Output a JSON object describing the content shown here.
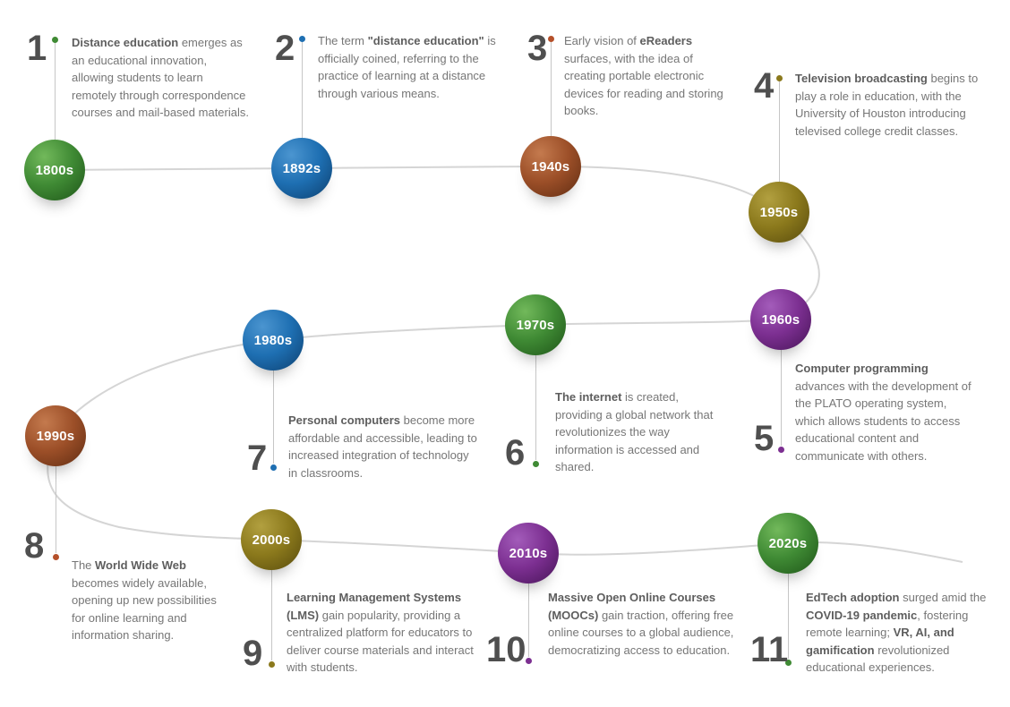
{
  "palette": {
    "green": "#3f8a34",
    "blue": "#1e6fb2",
    "rust": "#9c4f28",
    "olive": "#8b791c",
    "purple": "#7c2f91",
    "curve": "#d5d5d5",
    "number_gray": "#4f4f4f"
  },
  "milestones": [
    {
      "number": "1",
      "year": "1800s",
      "color": "green",
      "segments": [
        {
          "t": "Distance education",
          "b": true
        },
        {
          "t": " emerges as an educational innovation, allowing students to learn remotely through correspondence courses and mail-based materials.",
          "b": false
        }
      ]
    },
    {
      "number": "2",
      "year": "1892s",
      "color": "blue",
      "segments": [
        {
          "t": "The term ",
          "b": false
        },
        {
          "t": "\"distance education\"",
          "b": true
        },
        {
          "t": " is officially coined, referring to the practice of learning at a distance through various means.",
          "b": false
        }
      ]
    },
    {
      "number": "3",
      "year": "1940s",
      "color": "rust",
      "segments": [
        {
          "t": "Early vision of ",
          "b": false
        },
        {
          "t": "eReaders",
          "b": true
        },
        {
          "t": " surfaces, with the idea of creating portable electronic devices for reading and storing books.",
          "b": false
        }
      ]
    },
    {
      "number": "4",
      "year": "1950s",
      "color": "olive",
      "segments": [
        {
          "t": "Television broadcasting",
          "b": true
        },
        {
          "t": " begins to play a role in education, with the University of Houston introducing televised college credit classes.",
          "b": false
        }
      ]
    },
    {
      "number": "5",
      "year": "1960s",
      "color": "purple",
      "segments": [
        {
          "t": "Computer programming",
          "b": true
        },
        {
          "t": " advances with the development of the PLATO operating system, which allows students to access educational content and communicate with others.",
          "b": false
        }
      ]
    },
    {
      "number": "6",
      "year": "1970s",
      "color": "green",
      "segments": [
        {
          "t": "The internet",
          "b": true
        },
        {
          "t": " is created, providing a global network that revolutionizes the way information is accessed and shared.",
          "b": false
        }
      ]
    },
    {
      "number": "7",
      "year": "1980s",
      "color": "blue",
      "segments": [
        {
          "t": "Personal computers",
          "b": true
        },
        {
          "t": " become more affordable and accessible, leading to increased integration of technology in classrooms.",
          "b": false
        }
      ]
    },
    {
      "number": "8",
      "year": "1990s",
      "color": "rust",
      "segments": [
        {
          "t": "The ",
          "b": false
        },
        {
          "t": "World Wide Web",
          "b": true
        },
        {
          "t": " becomes widely available, opening up new possibilities for online learning and information sharing.",
          "b": false
        }
      ]
    },
    {
      "number": "9",
      "year": "2000s",
      "color": "olive",
      "segments": [
        {
          "t": "Learning Management Systems (LMS)",
          "b": true
        },
        {
          "t": " gain popularity, providing a centralized platform for educators to deliver course materials and interact with students.",
          "b": false
        }
      ]
    },
    {
      "number": "10",
      "year": "2010s",
      "color": "purple",
      "segments": [
        {
          "t": "Massive Open Online Courses (MOOCs)",
          "b": true
        },
        {
          "t": " gain traction, offering free online courses to a global audience, democratizing access to education.",
          "b": false
        }
      ]
    },
    {
      "number": "11",
      "year": "2020s",
      "color": "green",
      "segments": [
        {
          "t": "EdTech adoption",
          "b": true
        },
        {
          "t": " surged amid the ",
          "b": false
        },
        {
          "t": "COVID-19 pandemic",
          "b": true
        },
        {
          "t": ", fostering remote learning; ",
          "b": false
        },
        {
          "t": "VR, AI, and gamification",
          "b": true
        },
        {
          "t": " revolutionized educational experiences.",
          "b": false
        }
      ]
    }
  ]
}
